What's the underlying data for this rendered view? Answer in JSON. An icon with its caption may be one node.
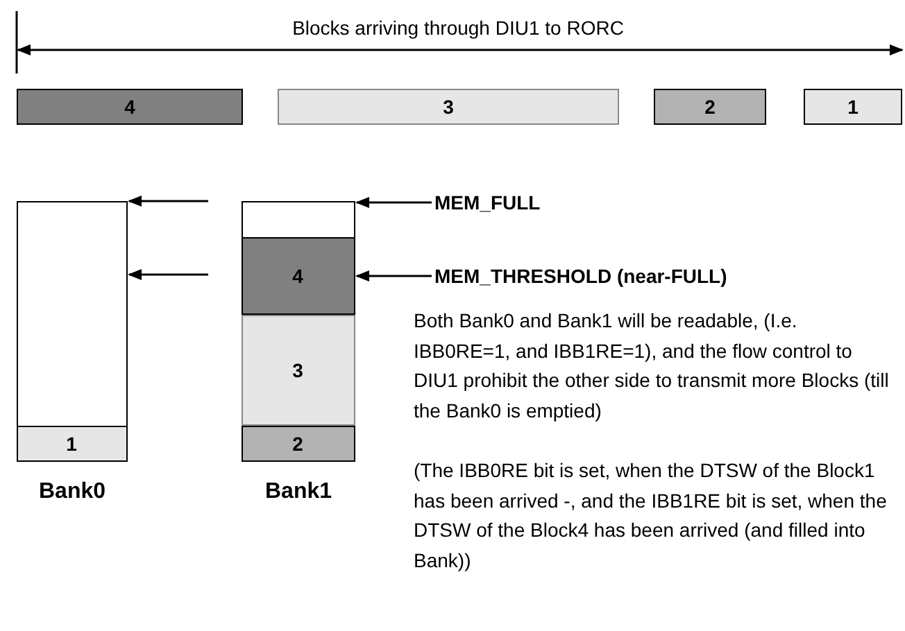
{
  "diagram": {
    "nodes": [
      {
        "text": [
          "4"
        ]
      },
      {
        "text": [
          "3"
        ]
      },
      {
        "text": [
          "2"
        ]
      },
      {
        "text": [
          "1"
        ]
      },
      {
        "text": [
          "Bank0"
        ]
      },
      {
        "text": [
          "1"
        ],
        "in": 4
      },
      {
        "text": [
          "Bank1"
        ]
      },
      {
        "text": [
          "4"
        ],
        "in": 6
      },
      {
        "text": [
          "3"
        ],
        "in": 6
      },
      {
        "text": [
          "2"
        ],
        "in": 6
      },
      {
        "text": [
          "MEM_FULL"
        ]
      },
      {
        "text": [
          "MEM_THRESHOLD (near-FULL)"
        ]
      }
    ],
    "edges": [
      {
        "from": null,
        "to": 4,
        "arrow": "to"
      },
      {
        "from": 10,
        "to": 6,
        "arrow": "to"
      },
      {
        "from": null,
        "to": 4,
        "arrow": "to"
      },
      {
        "from": 11,
        "to": 6,
        "arrow": "to"
      }
    ],
    "labels": [
      "Blocks arriving through DIU1 to RORC",
      "Both Bank0 and Bank1 will be readable, (I.e. IBB0RE=1, and IBB1RE=1), and the flow control to DIU1 prohibit the other side to transmit  more Blocks (till the Bank0 is emptied)",
      "(The IBB0RE bit is set, when the DTSW of the Block1 has been arrived -, and the IBB1RE bit is set, when the DTSW of the Block4 has been arrived (and filled into Bank))"
    ]
  }
}
